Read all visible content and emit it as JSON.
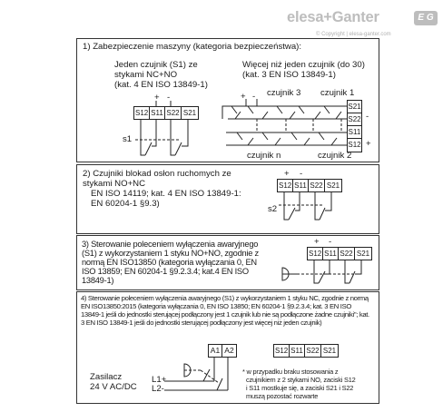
{
  "brand": {
    "name": "elesa+Ganter",
    "badge": "E G",
    "copyright": "© Copyright | elesa-ganter.com"
  },
  "panel1": {
    "title": "1) Zabezpieczenie maszyny (kategoria bezpieczeństwa):",
    "left_lines": [
      "Jeden czujnik (S1) ze",
      "stykami NC+NO",
      "(kat. 4 EN ISO 13849-1)"
    ],
    "right_lines": [
      "Więcej niż jeden czujnik (do 30)",
      "(kat. 3 EN ISO 13849-1)"
    ],
    "terminals": [
      "S12",
      "S11",
      "S22",
      "S21"
    ],
    "switch_label": "s1",
    "plus": "+",
    "minus": "-",
    "sensor_3": "czujnik 3",
    "sensor_1": "czujnik 1",
    "sensor_n": "czujnik n",
    "sensor_2": "czujnik 2",
    "right_terminals": [
      "S21",
      "S22",
      "S11",
      "S12"
    ]
  },
  "panel2": {
    "lines": [
      "2) Czujniki blokad osłon ruchomych ze",
      "stykami NO+NC",
      "EN ISO 14119; kat. 4 EN ISO 13849-1:",
      "EN 60204-1 §9.3)"
    ],
    "terminals": [
      "S12",
      "S11",
      "S22",
      "S21"
    ],
    "switch_label": "s2",
    "plus": "+",
    "minus": "-"
  },
  "panel3": {
    "lines": [
      "3) Sterowanie poleceniem wyłączenia awaryjnego",
      "(S1) z wykorzystaniem 1 styku NO+NO, zgodnie z",
      "normą EN ISO13850 (kategoria wyłączania 0, EN",
      "ISO 13859; EN 60204-1 §9.2.3.4; kat.4 EN ISO",
      "13849-1)"
    ],
    "terminals": [
      "S12",
      "S11",
      "S22",
      "S21"
    ],
    "plus": "+",
    "minus": "-"
  },
  "panel4": {
    "lines": [
      "4) Sterowanie poleceniem wyłączenia awaryjnego (S1) z wykorzystaniem 1 styku NC, zgodnie z normą",
      "EN ISO13850:2015 (kategoria wyłączania 0, EN ISO 13850; EN 60204-1 §9.2.3.4; kat. 3 EN ISO",
      "13849-1 jeśli do jednostki sterującej podłączony jest 1 czujnik lub nie są podłączone żadne czujniki\"; kat.",
      "3 EN ISO 13849-1 jeśli do jednostki sterującej podłączony jest więcej niż jeden czujnik)"
    ],
    "a_terminals": [
      "A1",
      "A2"
    ],
    "terminals": [
      "S12",
      "S11",
      "S22",
      "S21"
    ],
    "supply_line1": "Zasilacz",
    "supply_line2": "24 V AC/DC",
    "l1": "L1+",
    "l2": "L2-",
    "note_lines": [
      "* w przypadku braku stosowania z",
      "czujnikiem z 2 stykami NO, zaciski S12",
      "i S11 mostkuje się, a zaciski S21 i S22",
      "muszą pozostać rozwarte"
    ]
  }
}
